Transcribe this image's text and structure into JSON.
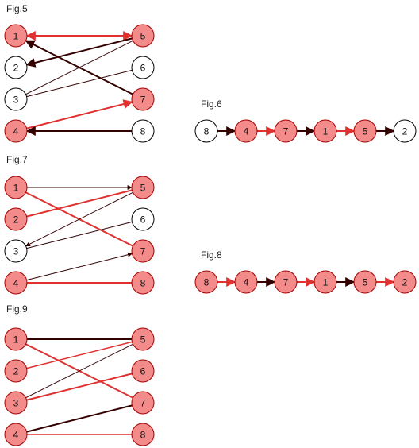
{
  "colors": {
    "red_fill": "#f48b8b",
    "red_stroke": "#a30000",
    "white_fill": "#ffffff",
    "white_stroke": "#000000",
    "red_edge": "#e03030",
    "dark_edge": "#330000"
  },
  "figures": [
    {
      "label": "Fig.5",
      "nodes": [
        {
          "id": "f5-1",
          "text": "1",
          "style": "red"
        },
        {
          "id": "f5-2",
          "text": "2",
          "style": "white"
        },
        {
          "id": "f5-3",
          "text": "3",
          "style": "white"
        },
        {
          "id": "f5-4",
          "text": "4",
          "style": "red"
        },
        {
          "id": "f5-5",
          "text": "5",
          "style": "red"
        },
        {
          "id": "f5-6",
          "text": "6",
          "style": "white"
        },
        {
          "id": "f5-7",
          "text": "7",
          "style": "red"
        },
        {
          "id": "f5-8",
          "text": "8",
          "style": "white"
        }
      ],
      "edges": [
        {
          "from": "f5-1",
          "to": "f5-5",
          "color": "red",
          "arrow": "both"
        },
        {
          "from": "f5-5",
          "to": "f5-2",
          "color": "dark",
          "arrow": "end"
        },
        {
          "from": "f5-3",
          "to": "f5-5",
          "color": "thin",
          "arrow": "none"
        },
        {
          "from": "f5-3",
          "to": "f5-6",
          "color": "thin",
          "arrow": "none"
        },
        {
          "from": "f5-7",
          "to": "f5-1",
          "color": "dark",
          "arrow": "end"
        },
        {
          "from": "f5-4",
          "to": "f5-7",
          "color": "red",
          "arrow": "end"
        },
        {
          "from": "f5-8",
          "to": "f5-4",
          "color": "dark",
          "arrow": "end"
        }
      ]
    },
    {
      "label": "Fig.6",
      "nodes": [
        {
          "id": "f6-8",
          "text": "8",
          "style": "white"
        },
        {
          "id": "f6-4",
          "text": "4",
          "style": "red"
        },
        {
          "id": "f6-7",
          "text": "7",
          "style": "red"
        },
        {
          "id": "f6-1",
          "text": "1",
          "style": "red"
        },
        {
          "id": "f6-5",
          "text": "5",
          "style": "red"
        },
        {
          "id": "f6-2",
          "text": "2",
          "style": "white"
        }
      ],
      "edges": [
        {
          "from": "f6-8",
          "to": "f6-4",
          "color": "dark",
          "arrow": "end"
        },
        {
          "from": "f6-4",
          "to": "f6-7",
          "color": "red",
          "arrow": "end"
        },
        {
          "from": "f6-7",
          "to": "f6-1",
          "color": "dark",
          "arrow": "end"
        },
        {
          "from": "f6-1",
          "to": "f6-5",
          "color": "red",
          "arrow": "end"
        },
        {
          "from": "f6-5",
          "to": "f6-2",
          "color": "dark",
          "arrow": "end"
        }
      ]
    },
    {
      "label": "Fig.7",
      "nodes": [
        {
          "id": "f7-1",
          "text": "1",
          "style": "red"
        },
        {
          "id": "f7-2",
          "text": "2",
          "style": "red"
        },
        {
          "id": "f7-3",
          "text": "3",
          "style": "white"
        },
        {
          "id": "f7-4",
          "text": "4",
          "style": "red"
        },
        {
          "id": "f7-5",
          "text": "5",
          "style": "red"
        },
        {
          "id": "f7-6",
          "text": "6",
          "style": "white"
        },
        {
          "id": "f7-7",
          "text": "7",
          "style": "red"
        },
        {
          "id": "f7-8",
          "text": "8",
          "style": "red"
        }
      ],
      "edges": [
        {
          "from": "f7-1",
          "to": "f7-5",
          "color": "thin",
          "arrow": "end"
        },
        {
          "from": "f7-1",
          "to": "f7-7",
          "color": "red",
          "arrow": "none"
        },
        {
          "from": "f7-2",
          "to": "f7-5",
          "color": "red",
          "arrow": "none"
        },
        {
          "from": "f7-5",
          "to": "f7-3",
          "color": "thin",
          "arrow": "end"
        },
        {
          "from": "f7-6",
          "to": "f7-3",
          "color": "thin",
          "arrow": "none"
        },
        {
          "from": "f7-4",
          "to": "f7-7",
          "color": "thin",
          "arrow": "end"
        },
        {
          "from": "f7-4",
          "to": "f7-8",
          "color": "red",
          "arrow": "none"
        }
      ]
    },
    {
      "label": "Fig.8",
      "nodes": [
        {
          "id": "f8-8",
          "text": "8",
          "style": "red"
        },
        {
          "id": "f8-4",
          "text": "4",
          "style": "red"
        },
        {
          "id": "f8-7",
          "text": "7",
          "style": "red"
        },
        {
          "id": "f8-1",
          "text": "1",
          "style": "red"
        },
        {
          "id": "f8-5",
          "text": "5",
          "style": "red"
        },
        {
          "id": "f8-2",
          "text": "2",
          "style": "red"
        }
      ],
      "edges": [
        {
          "from": "f8-8",
          "to": "f8-4",
          "color": "red",
          "arrow": "end"
        },
        {
          "from": "f8-4",
          "to": "f8-7",
          "color": "dark",
          "arrow": "end"
        },
        {
          "from": "f8-7",
          "to": "f8-1",
          "color": "red",
          "arrow": "end"
        },
        {
          "from": "f8-1",
          "to": "f8-5",
          "color": "dark",
          "arrow": "end"
        },
        {
          "from": "f8-5",
          "to": "f8-2",
          "color": "red",
          "arrow": "end"
        }
      ]
    },
    {
      "label": "Fig.9",
      "nodes": [
        {
          "id": "f9-1",
          "text": "1",
          "style": "red"
        },
        {
          "id": "f9-2",
          "text": "2",
          "style": "red"
        },
        {
          "id": "f9-3",
          "text": "3",
          "style": "red"
        },
        {
          "id": "f9-4",
          "text": "4",
          "style": "red"
        },
        {
          "id": "f9-5",
          "text": "5",
          "style": "red"
        },
        {
          "id": "f9-6",
          "text": "6",
          "style": "red"
        },
        {
          "id": "f9-7",
          "text": "7",
          "style": "red"
        },
        {
          "id": "f9-8",
          "text": "8",
          "style": "red"
        }
      ],
      "edges": [
        {
          "from": "f9-1",
          "to": "f9-5",
          "color": "dark",
          "arrow": "none"
        },
        {
          "from": "f9-1",
          "to": "f9-7",
          "color": "red",
          "arrow": "none"
        },
        {
          "from": "f9-2",
          "to": "f9-5",
          "color": "redthin",
          "arrow": "none"
        },
        {
          "from": "f9-3",
          "to": "f9-5",
          "color": "thin",
          "arrow": "none"
        },
        {
          "from": "f9-3",
          "to": "f9-6",
          "color": "red",
          "arrow": "none"
        },
        {
          "from": "f9-4",
          "to": "f9-7",
          "color": "dark",
          "arrow": "none"
        },
        {
          "from": "f9-4",
          "to": "f9-8",
          "color": "redthin",
          "arrow": "none"
        }
      ]
    }
  ]
}
